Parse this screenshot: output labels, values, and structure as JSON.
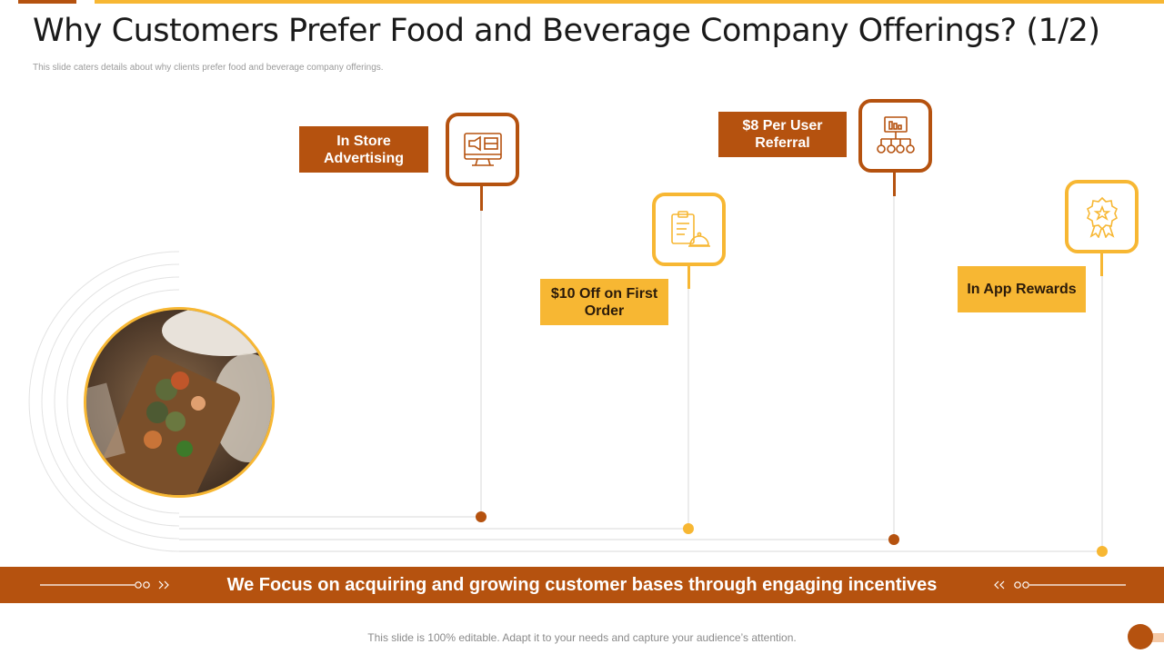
{
  "title": "Why Customers Prefer Food and Beverage Company Offerings? (1/2)",
  "subtitle": "This slide caters details about why clients prefer food and beverage company offerings.",
  "offerings": [
    {
      "label": "In Store Advertising",
      "icon": "monitor-advertising-icon"
    },
    {
      "label": "$10 Off on First Order",
      "icon": "order-food-icon"
    },
    {
      "label": "$8 Per User Referral",
      "icon": "referral-network-icon"
    },
    {
      "label": "In App Rewards",
      "icon": "award-badge-icon"
    }
  ],
  "banner": {
    "text": "We Focus on acquiring and growing customer bases through engaging incentives"
  },
  "footer": {
    "text": "This slide is 100% editable. Adapt it to your needs and capture your audience’s attention."
  },
  "colors": {
    "accent_dark": "#b5520f",
    "accent_light": "#f7b733"
  }
}
